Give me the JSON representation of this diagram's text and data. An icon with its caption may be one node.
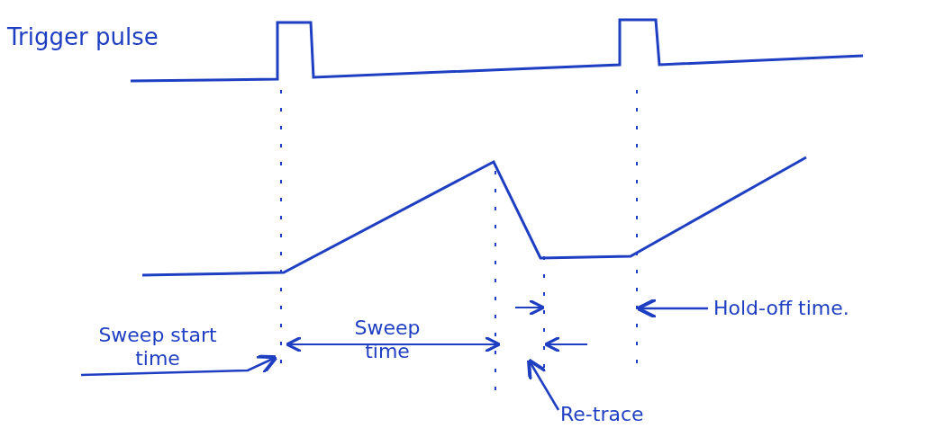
{
  "diagram": {
    "nodes": [
      {
        "text": [
          "Sweep start time"
        ]
      },
      {
        "text": [
          "Re-trace"
        ]
      },
      {
        "text": [
          "Hold-off time."
        ]
      }
    ],
    "edges": [
      {
        "from": 0,
        "to": null,
        "arrow": "to"
      },
      {
        "from": 1,
        "to": null,
        "arrow": "to"
      },
      {
        "from": 2,
        "to": null,
        "arrow": "to"
      }
    ],
    "labels": [
      "Trigger pulse",
      "Sweep time"
    ]
  }
}
